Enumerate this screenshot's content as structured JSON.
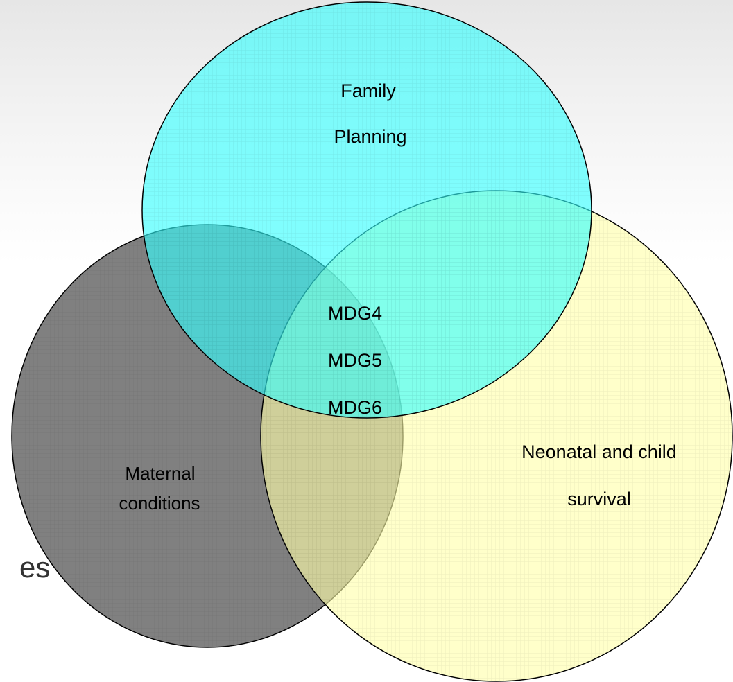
{
  "colors": {
    "family_planning": "#33ffff",
    "maternal": "#808080",
    "neonatal": "#ffffaa",
    "outline": "#000000"
  },
  "background_text": "es",
  "circles": {
    "family_planning": {
      "label_lines": [
        "Family",
        "Planning"
      ]
    },
    "maternal": {
      "label_lines": [
        "Maternal",
        "conditions"
      ]
    },
    "neonatal": {
      "label_lines": [
        "Neonatal and child",
        "survival"
      ]
    }
  },
  "center": {
    "label_lines": [
      "MDG4",
      "MDG5",
      "MDG6"
    ]
  }
}
